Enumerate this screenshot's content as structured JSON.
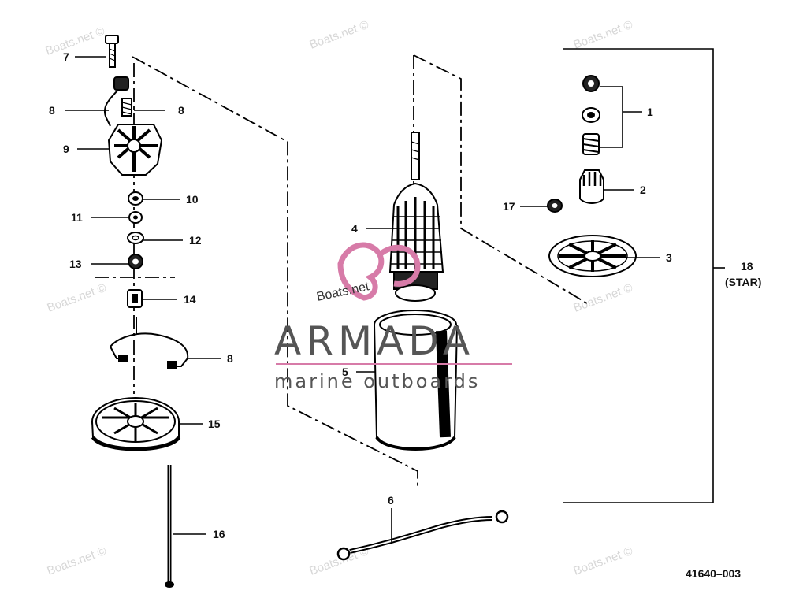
{
  "callouts": {
    "c1": "1",
    "c2": "2",
    "c3": "3",
    "c4": "4",
    "c5": "5",
    "c6": "6",
    "c7": "7",
    "c8a": "8",
    "c8b": "8",
    "c8c": "8",
    "c9": "9",
    "c10": "10",
    "c11": "11",
    "c12": "12",
    "c13": "13",
    "c14": "14",
    "c15": "15",
    "c16": "16",
    "c17": "17",
    "c18": "18",
    "c18_sub": "(STAR)"
  },
  "watermark": {
    "text": "Boats.net ©",
    "logo_word": "ARMADA",
    "logo_tagline": "marine outboards",
    "logo_site": "Boats.net"
  },
  "doc_number": "41640–003"
}
